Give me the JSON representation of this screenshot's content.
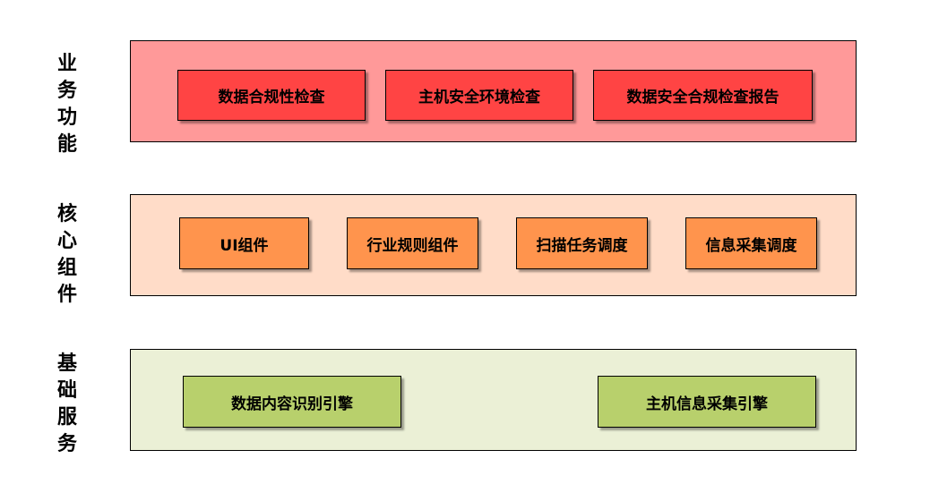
{
  "layers": [
    {
      "label_chars": [
        "业",
        "务",
        "功",
        "能"
      ],
      "bg_color": "#ff9999",
      "module_color": "#ff4444",
      "modules": [
        "数据合规性检查",
        "主机安全环境检查",
        "数据安全合规检查报告"
      ]
    },
    {
      "label_chars": [
        "核",
        "心",
        "组",
        "件"
      ],
      "bg_color": "#ffdcc8",
      "module_color": "#ff944d",
      "modules": [
        "UI组件",
        "行业规则组件",
        "扫描任务调度",
        "信息采集调度"
      ]
    },
    {
      "label_chars": [
        "基",
        "础",
        "服",
        "务"
      ],
      "bg_color": "#ebf0d6",
      "module_color": "#b8d06c",
      "modules": [
        "数据内容识别引擎",
        "主机信息采集引擎"
      ]
    }
  ]
}
